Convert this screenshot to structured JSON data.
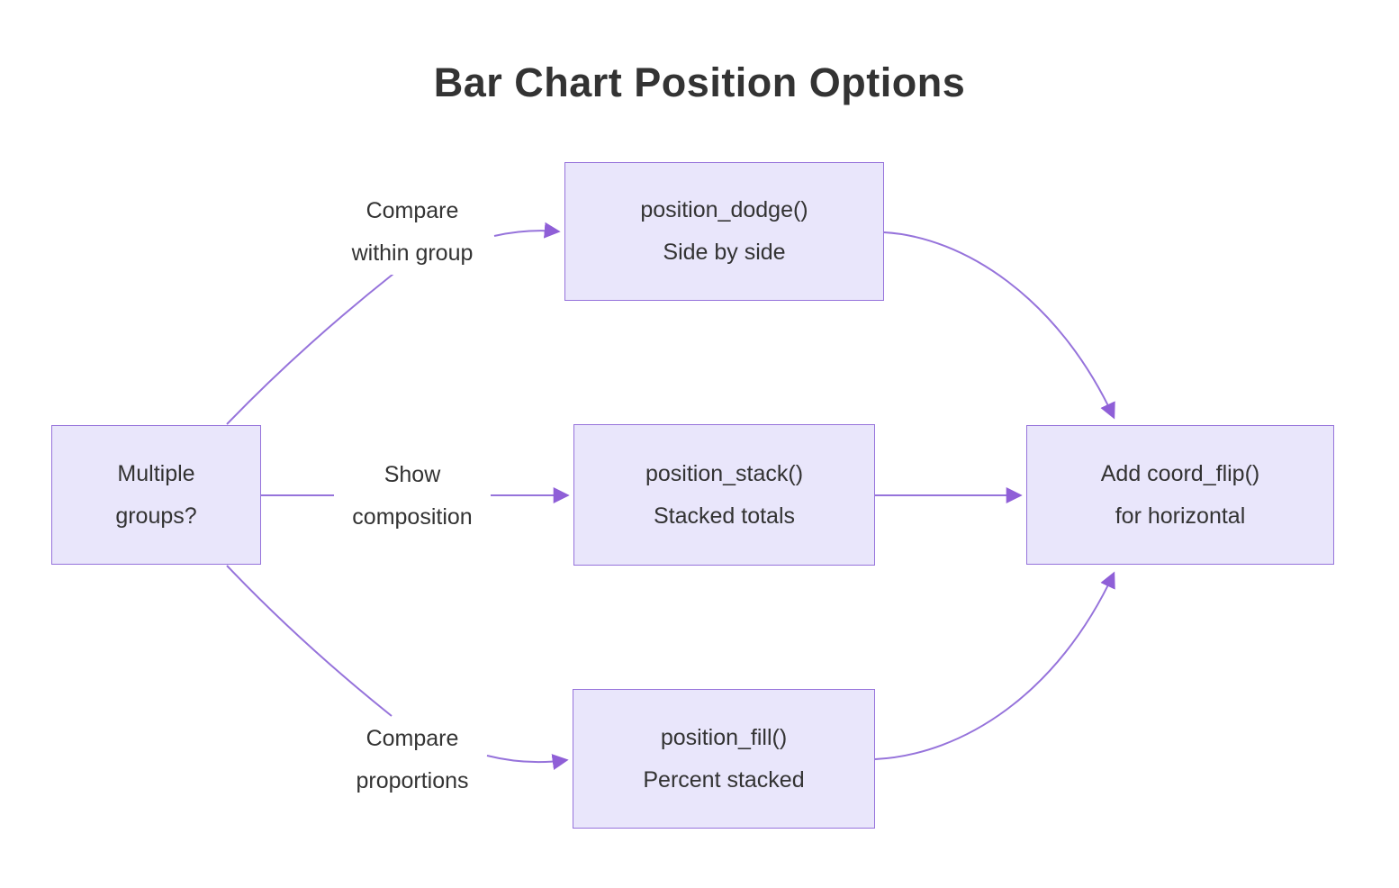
{
  "title": "Bar Chart Position Options",
  "colors": {
    "node_fill": "#E9E6FB",
    "node_border": "#9673DB",
    "edge": "#9673DB",
    "arrow": "#8F5FD7",
    "text": "#333333",
    "bg": "#FFFFFF"
  },
  "nodes": [
    {
      "id": "multiple-groups",
      "line1": "Multiple",
      "line2": "groups?"
    },
    {
      "id": "position-dodge",
      "line1": "position_dodge()",
      "line2": "Side by side"
    },
    {
      "id": "position-stack",
      "line1": "position_stack()",
      "line2": "Stacked totals"
    },
    {
      "id": "position-fill",
      "line1": "position_fill()",
      "line2": "Percent stacked"
    },
    {
      "id": "coord-flip",
      "line1": "Add coord_flip()",
      "line2": "for horizontal"
    }
  ],
  "edge_labels": [
    {
      "line1": "Compare",
      "line2": "within group"
    },
    {
      "line1": "Show",
      "line2": "composition"
    },
    {
      "line1": "Compare",
      "line2": "proportions"
    }
  ]
}
